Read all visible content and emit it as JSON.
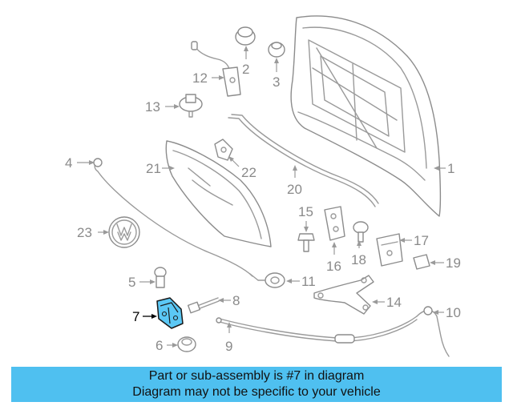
{
  "banner": {
    "line1": "Part or sub-assembly is #7 in diagram",
    "line2": "Diagram may not be specific to your vehicle"
  },
  "highlight_color": "#5bc8f5",
  "banner_color": "#4fc0f0",
  "callouts": {
    "c1": "1",
    "c2": "2",
    "c3": "3",
    "c4": "4",
    "c5": "5",
    "c6": "6",
    "c7": "7",
    "c8": "8",
    "c9": "9",
    "c10": "10",
    "c11": "11",
    "c12": "12",
    "c13": "13",
    "c14": "14",
    "c15": "15",
    "c16": "16",
    "c17": "17",
    "c18": "18",
    "c19": "19",
    "c20": "20",
    "c21": "21",
    "c22": "22",
    "c23": "23"
  }
}
